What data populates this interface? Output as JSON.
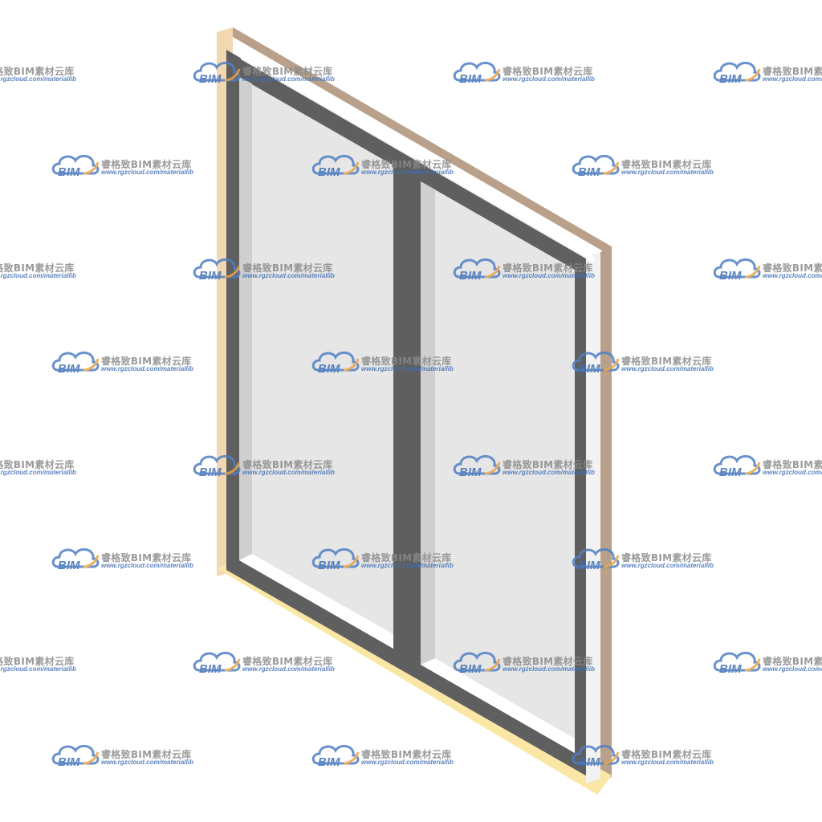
{
  "watermark": {
    "brand": "睿格致BIM素材云库",
    "url": "www.rgzcloud.com/materiallib",
    "logo_text": "BIM",
    "icon": "cloud-bim-logo",
    "colors": {
      "cloud": "#4f7fc4",
      "logo_text": "#3f6fb6",
      "swoosh": "#e8a34a",
      "brand_text": "#8a8a8a"
    }
  },
  "model": {
    "description_icon": "double-casement-window-3d",
    "colors": {
      "outer_frame_face": "#f3d7b3",
      "outer_frame_side": "#b8a08a",
      "outer_frame_bottom": "#fbe7a5",
      "sash_frame": "#5f5f5f",
      "glass": "#e6e6e6",
      "glass_edge": "#cfcfcf",
      "highlight": "#ffffff"
    }
  }
}
